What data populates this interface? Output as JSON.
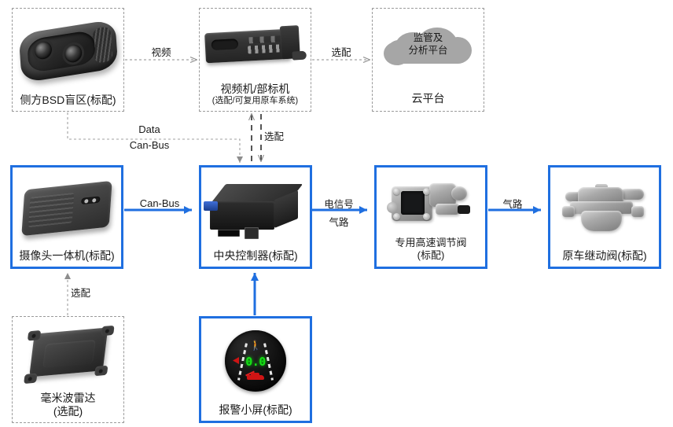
{
  "diagram": {
    "nodes": {
      "bsd": {
        "label": "侧方BSD盲区(标配)",
        "style": "dashed",
        "icon": "side-bsd-camera-icon"
      },
      "dvr": {
        "label": "视频机/部标机",
        "sublabel": "(选配/可复用原车系统)",
        "style": "dashed",
        "icon": "video-recorder-icon"
      },
      "cloud": {
        "label": "云平台",
        "cloud_text_line1": "监管及",
        "cloud_text_line2": "分析平台",
        "style": "dashed",
        "icon": "cloud-icon"
      },
      "camera": {
        "label": "摄像头一体机(标配)",
        "style": "solid-blue",
        "icon": "camera-module-icon"
      },
      "controller": {
        "label": "中央控制器(标配)",
        "style": "solid-blue",
        "icon": "central-controller-icon"
      },
      "hs_valve": {
        "label": "专用高速调节阀",
        "sublabel": "(标配)",
        "style": "solid-blue",
        "icon": "high-speed-regulating-valve-icon"
      },
      "relay_valve": {
        "label": "原车继动阀(标配)",
        "style": "solid-blue",
        "icon": "relay-valve-icon"
      },
      "radar": {
        "label": "毫米波雷达",
        "sublabel": "(选配)",
        "style": "dashed",
        "icon": "mmwave-radar-icon"
      },
      "alarm": {
        "label": "报警小屏(标配)",
        "style": "solid-blue",
        "icon": "alarm-display-icon",
        "display_value": "0.0"
      }
    },
    "edges": {
      "bsd_to_dvr": "视频",
      "dvr_to_cloud": "选配",
      "bsd_to_controller_line1": "Data",
      "bsd_to_controller_line2": "Can-Bus",
      "dvr_controller_bidir": "选配",
      "camera_to_controller": "Can-Bus",
      "controller_to_hsvalve_line1": "电信号",
      "controller_to_hsvalve_line2": "气路",
      "hsvalve_to_relay": "气路",
      "radar_to_camera": "选配"
    },
    "colors": {
      "accent_blue": "#1f6fe0",
      "dashed_gray": "#9a9a9a",
      "cloud_gray": "#a6a6a6",
      "text": "#1a1a1a",
      "display_green": "#16e016",
      "display_red": "#e81616"
    }
  }
}
